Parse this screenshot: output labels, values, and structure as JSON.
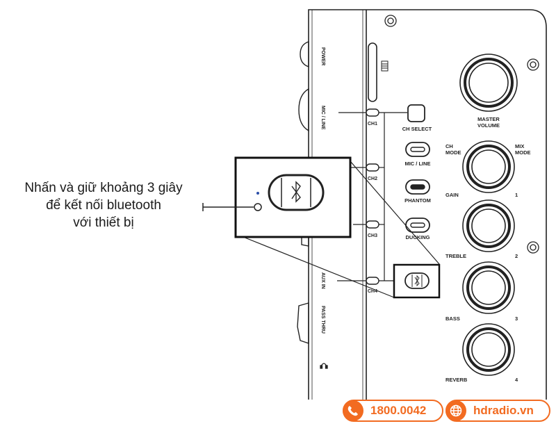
{
  "panel": {
    "vertical_labels": {
      "power": "POWER",
      "mic_line": "MIC / LINE",
      "aux_in": "AUX IN",
      "pass_thru": "PASS THRU"
    },
    "channels": [
      "CH1",
      "CH2",
      "CH3",
      "CH4"
    ],
    "buttons": {
      "ch_select": "CH SELECT",
      "mic_line": "MIC / LINE",
      "phantom": "PHANTOM",
      "ducking": "DUCKING"
    },
    "knob_labels": {
      "master": [
        "MASTER",
        "VOLUME"
      ],
      "ch_mode": [
        "CH",
        "MODE"
      ],
      "mix_mode": [
        "MIX",
        "MODE"
      ],
      "gain": "GAIN",
      "treble": "TREBLE",
      "bass": "BASS",
      "reverb": "REVERB",
      "n1": "1",
      "n2": "2",
      "n3": "3",
      "n4": "4"
    }
  },
  "callout": {
    "lines": [
      "Nhấn và giữ khoảng 3 giây",
      "để kết nối bluetooth",
      "với thiết bị"
    ]
  },
  "footer": {
    "phone": "1800.0042",
    "site": "hdradio.vn",
    "accent": "#f26b21"
  },
  "icons": [
    "bluetooth-icon",
    "phone-icon",
    "globe-icon",
    "headphone-icon",
    "battery-icon"
  ]
}
